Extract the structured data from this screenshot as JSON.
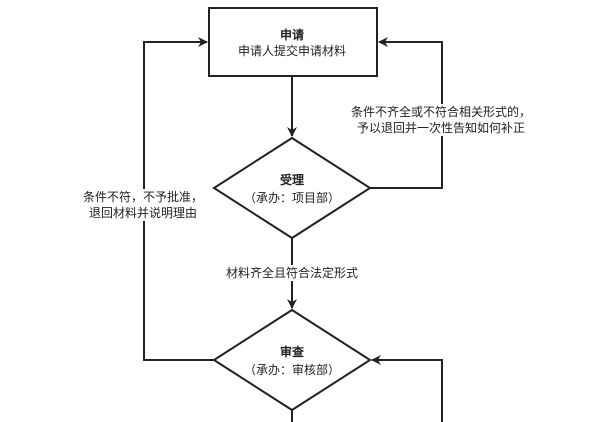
{
  "nodes": {
    "apply": {
      "title": "申请",
      "subtitle": "申请人提交申请材料"
    },
    "accept": {
      "title": "受理",
      "subtitle": "（承办：项目部）"
    },
    "review": {
      "title": "审查",
      "subtitle": "（承办：审核部）"
    }
  },
  "edges": {
    "accept_to_review": "材料齐全且符合法定形式",
    "reject_incomplete": {
      "line1": "条件不齐全或不符合相关形式的，",
      "line2": "予以退回并一次性告知如何补正"
    },
    "reject_review": {
      "line1": "条件不符，不予批准，",
      "line2": "退回材料并说明理由"
    }
  },
  "colors": {
    "stroke": "#222222",
    "fill": "#ffffff",
    "text": "#222222"
  }
}
